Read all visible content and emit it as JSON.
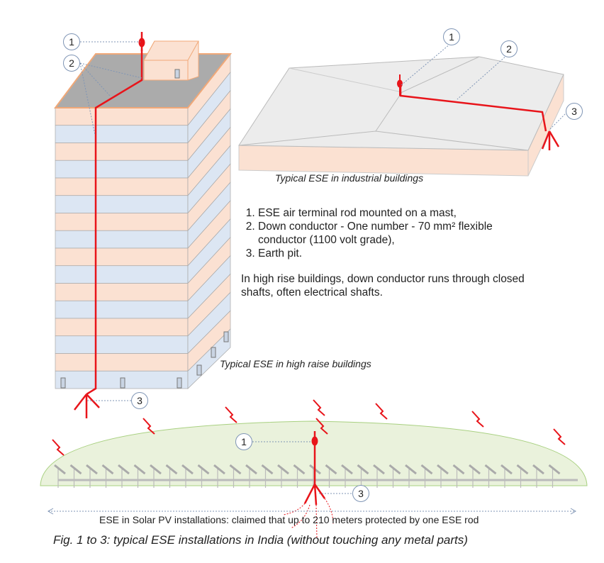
{
  "high_rise": {
    "caption": "Typical ESE in high raise buildings",
    "callouts": [
      "1",
      "2",
      "3"
    ]
  },
  "industrial": {
    "caption": "Typical ESE in industrial buildings",
    "callouts": [
      "1",
      "2",
      "3"
    ]
  },
  "legend": {
    "items": [
      "ESE air terminal rod mounted on a mast,",
      "Down conductor - One number - 70 mm² flexible conductor (1100 volt grade),",
      "Earth pit."
    ],
    "note": "In high rise buildings, down conductor runs through closed shafts, often electrical shafts."
  },
  "solar": {
    "caption": "ESE in Solar PV installations: claimed that up to 210 meters protected by one ESE rod",
    "callouts": [
      "1",
      "3"
    ]
  },
  "figure_caption": "Fig. 1 to 3: typical ESE installations in India (without touching any metal parts)",
  "colors": {
    "conductor": "#e8141a",
    "peach": "#fbe1d2",
    "blue": "#dce6f3",
    "roof": "#ababab",
    "field": "#eaf2dc"
  }
}
